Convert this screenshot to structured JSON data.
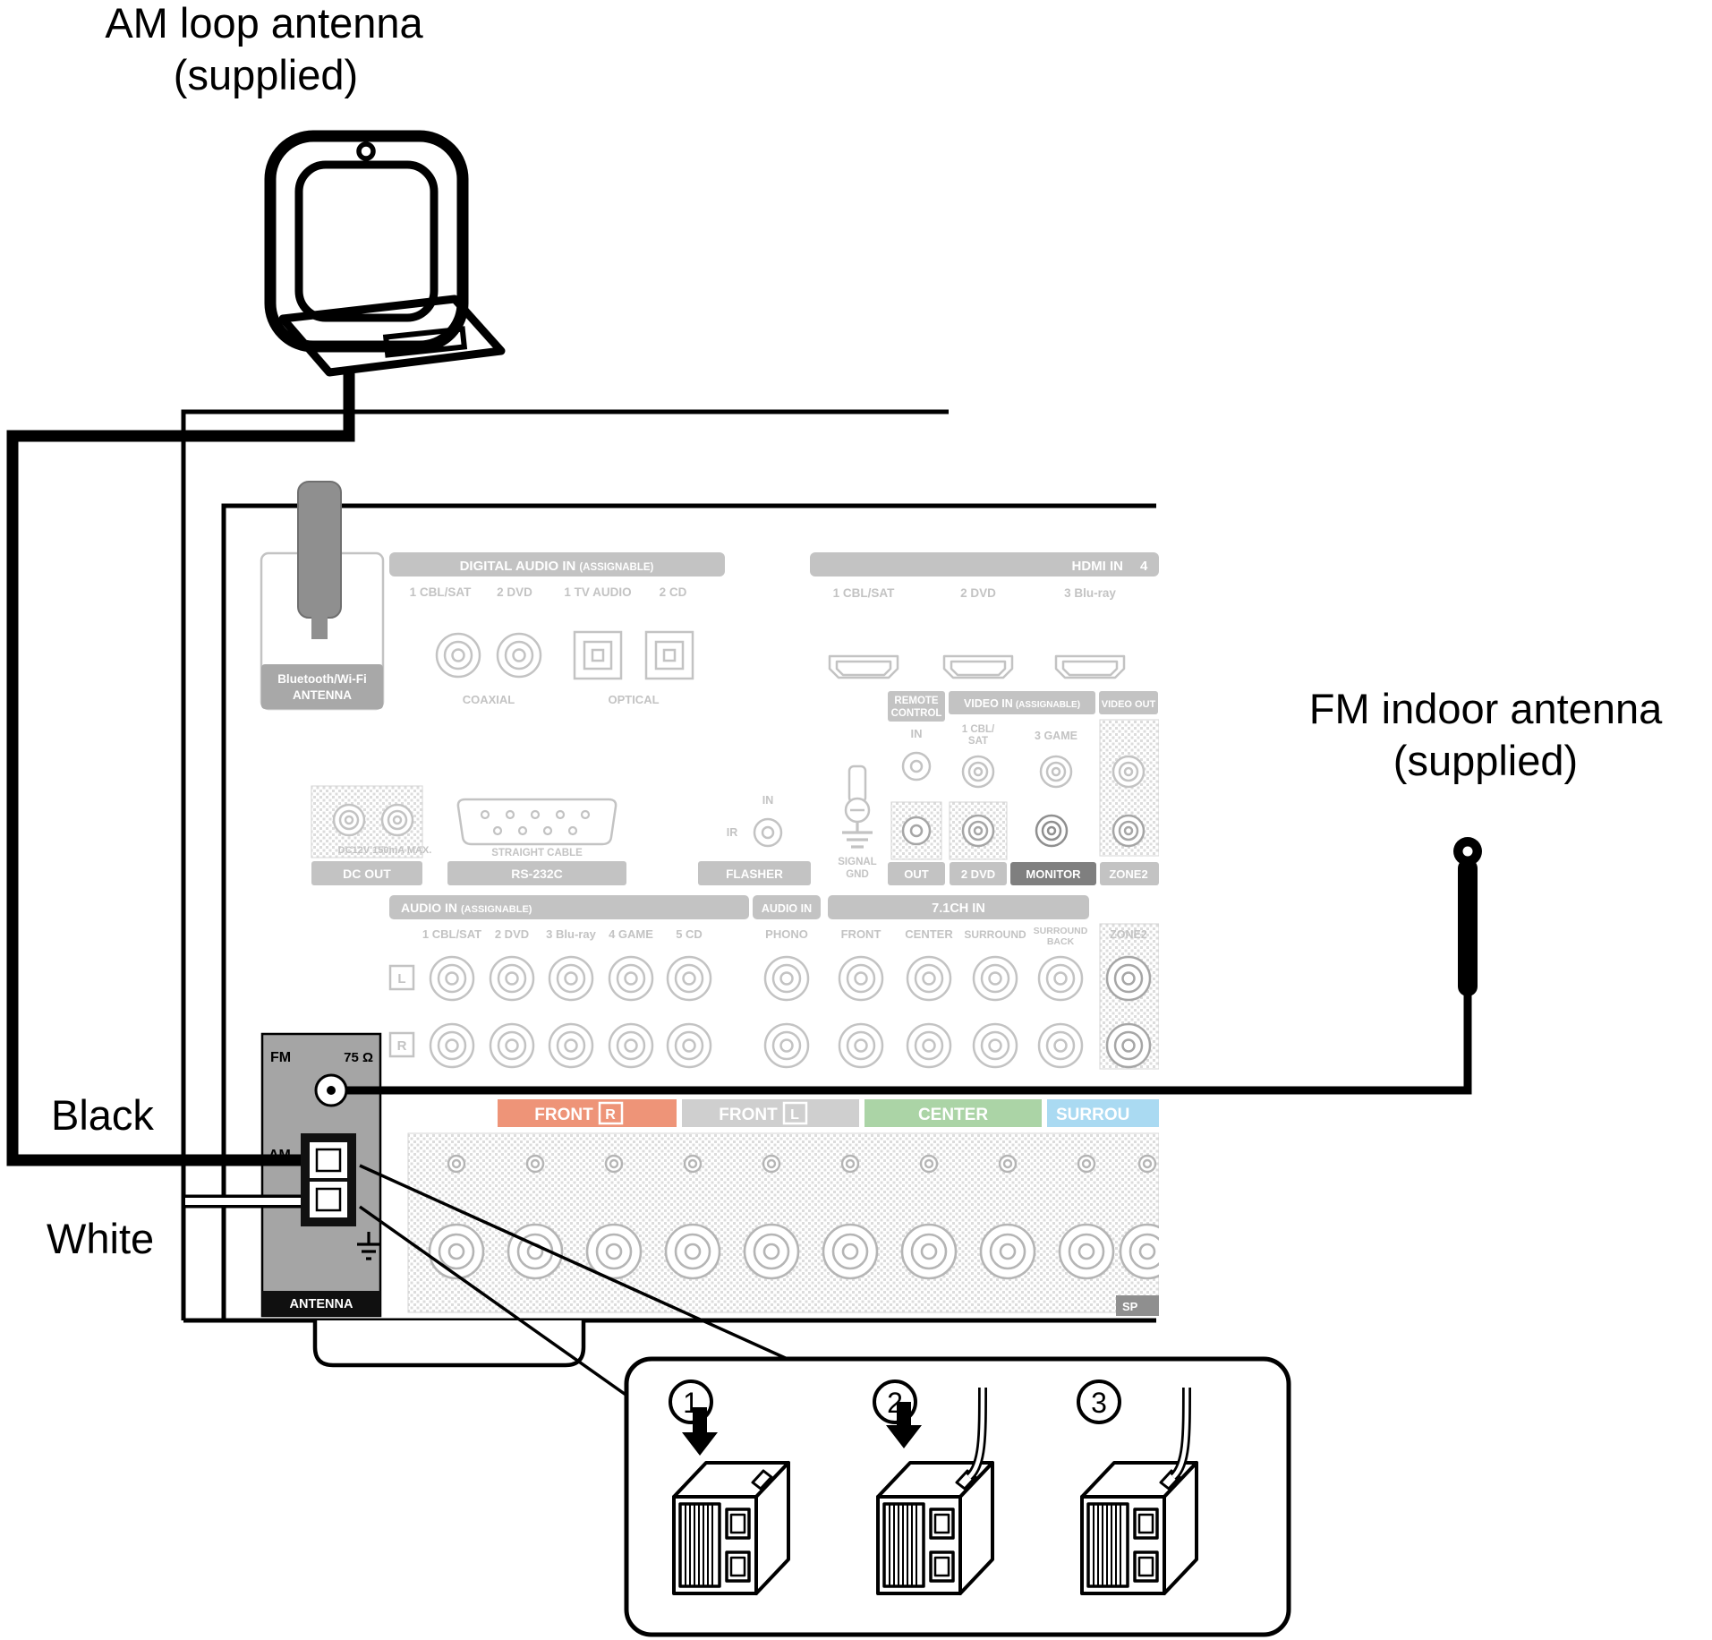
{
  "annotations": {
    "am_antenna_title": "AM loop antenna",
    "am_antenna_sub": "(supplied)",
    "fm_antenna_title": "FM indoor antenna",
    "fm_antenna_sub": "(supplied)",
    "wire_black": "Black",
    "wire_white": "White"
  },
  "rear_panel": {
    "digital_audio_in": "DIGITAL AUDIO IN",
    "assignable": "(ASSIGNABLE)",
    "digital_in_1": "1 CBL/SAT",
    "digital_in_2": "2 DVD",
    "digital_in_3": "1 TV AUDIO",
    "digital_in_4": "2 CD",
    "coaxial": "COAXIAL",
    "optical": "OPTICAL",
    "hdmi_in": "HDMI IN",
    "hdmi_4": "4",
    "hdmi_in_1": "1 CBL/SAT",
    "hdmi_in_2": "2 DVD",
    "hdmi_in_3": "3 Blu-ray",
    "bt_wifi": "Bluetooth/Wi-Fi",
    "bt_antenna": "ANTENNA",
    "remote_1": "REMOTE",
    "remote_2": "CONTROL",
    "remote_in": "IN",
    "remote_out": "OUT",
    "video_in": "VIDEO IN",
    "video_assignable": "(ASSIGNABLE)",
    "video_out": "VIDEO OUT",
    "video_1a": "1 CBL/",
    "video_1b": "SAT",
    "video_2": "3 GAME",
    "video_dvd": "2 DVD",
    "monitor": "MONITOR",
    "zone2_video": "ZONE2",
    "dc_note": "DC12V 150mA MAX.",
    "dc_out": "DC OUT",
    "straight_cable": "STRAIGHT CABLE",
    "rs232c": "RS-232C",
    "flasher_in": "IN",
    "flasher_ir": "IR",
    "flasher": "FLASHER",
    "signal_1": "SIGNAL",
    "signal_2": "GND",
    "audio_in": "AUDIO IN",
    "audio_in2": "AUDIO IN",
    "audio_1": "1 CBL/SAT",
    "audio_2": "2 DVD",
    "audio_3": "3 Blu-ray",
    "audio_4": "4 GAME",
    "audio_5": "5 CD",
    "phono": "PHONO",
    "ch71": "7.1CH IN",
    "ch_front": "FRONT",
    "ch_center": "CENTER",
    "ch_surround": "SURROUND",
    "ch_sb_1": "SURROUND",
    "ch_sb_2": "BACK",
    "zone2_audio": "ZONE2",
    "jack_l": "L",
    "jack_r": "R",
    "spk_front_r": "FRONT",
    "spk_front_r_ch": "R",
    "spk_front_l": "FRONT",
    "spk_front_l_ch": "L",
    "spk_center": "CENTER",
    "spk_surround": "SURROU",
    "sp": "SP"
  },
  "antenna_block": {
    "fm": "FM",
    "ohm": "75 Ω",
    "am": "AM",
    "antenna": "ANTENNA"
  },
  "inset_steps": {
    "s1": "1",
    "s2": "2",
    "s3": "3"
  },
  "colors": {
    "faded": "#c3c3c3",
    "antenna_panel": "#a5a5a5",
    "front_r": "#ee9478",
    "front_l": "#cfcfcf",
    "center": "#abd4a6",
    "surround": "#aadaf2",
    "monitor_dark": "#7f7f7f"
  }
}
